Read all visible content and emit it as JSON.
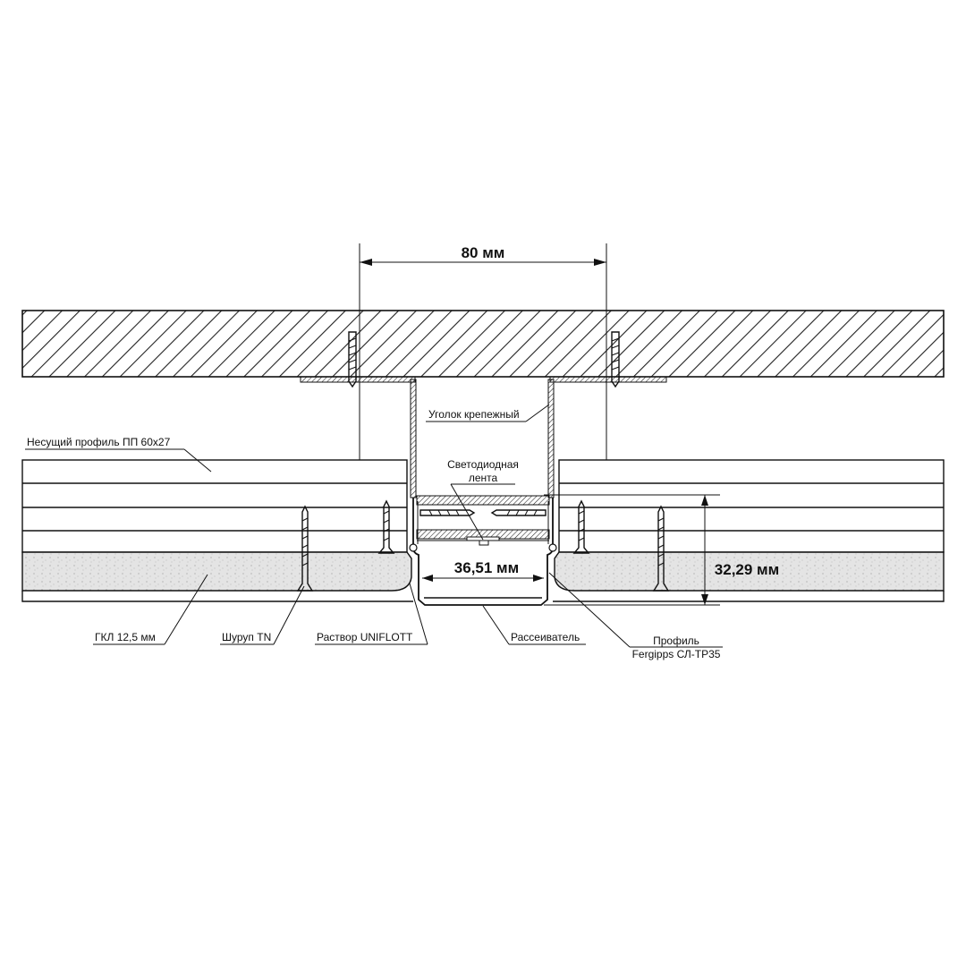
{
  "colors": {
    "ink": "#111111",
    "background": "#ffffff",
    "board_fill": "#e6e6e6",
    "slab_fill": "#ffffff"
  },
  "dimensions": {
    "width_top": "80 мм",
    "width_inner": "36,51 мм",
    "height_right": "32,29 мм"
  },
  "labels": {
    "corner_bracket": "Уголок крепежный",
    "bearing_profile": "Несущий профиль ПП 60х27",
    "led_strip_line1": "Светодиодная",
    "led_strip_line2": "лента",
    "gkl": "ГКЛ 12,5 мм",
    "screw": "Шуруп TN",
    "mortar": "Раствор UNIFLOTT",
    "diffuser": "Рассеиватель",
    "profile_line1": "Профиль",
    "profile_line2": "Fergipps СЛ-ТР35"
  }
}
